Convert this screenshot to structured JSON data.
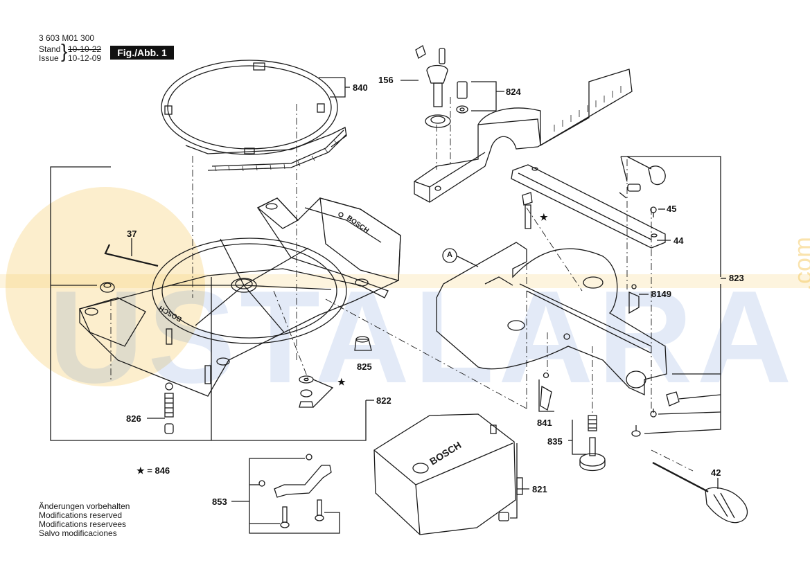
{
  "header": {
    "doc_number": "3 603 M01 300",
    "stand_label": "Stand",
    "issue_label": "Issue",
    "old_date": "10-10-22",
    "new_date": "10-12-09",
    "fig_label": "Fig./Abb. 1"
  },
  "parts": {
    "p156": "156",
    "p824": "824",
    "p840": "840",
    "p37": "37",
    "p45": "45",
    "p44": "44",
    "pA": "A",
    "p823": "823",
    "p8149": "8149",
    "p825": "825",
    "p822": "822",
    "p826": "826",
    "p841": "841",
    "p835": "835",
    "p846": "★ = 846",
    "p42": "42",
    "p853": "853",
    "p821": "821"
  },
  "markers": {
    "star": "★"
  },
  "housing_text": {
    "brand": "BOSCH",
    "brand_rev": "BOSCH"
  },
  "notes": [
    "Änderungen vorbehalten",
    "Modifications reserved",
    "Modifications reservees",
    "Salvo modificaciones"
  ],
  "watermark": {
    "text": "USTALARA",
    "suffix": ".com"
  },
  "colors": {
    "line": "#1a1a1a",
    "watermark_blue": "#2f68c4",
    "watermark_gold": "#f4c24b"
  }
}
